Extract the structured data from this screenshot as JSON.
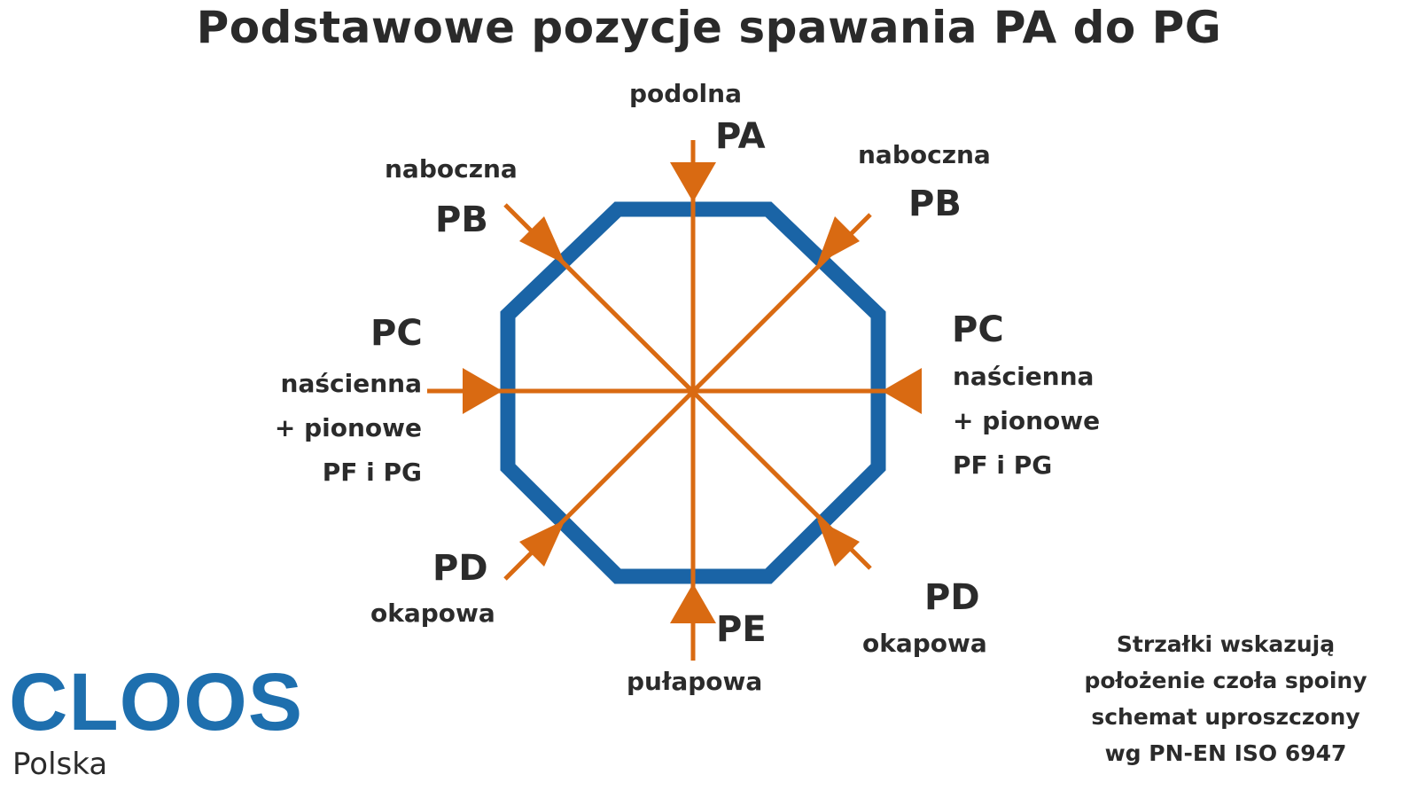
{
  "title": "Podstawowe pozycje spawania PA do PG",
  "colors": {
    "octagon": "#1a64a6",
    "arrows": "#d96a12",
    "text": "#2b2b2b",
    "logo": "#1e6fae"
  },
  "labels": {
    "pa": {
      "name": "podolna",
      "code": "PA"
    },
    "pb_left": {
      "name": "naboczna",
      "code": "PB"
    },
    "pb_right": {
      "name": "naboczna",
      "code": "PB"
    },
    "pc_left": {
      "code": "PC",
      "name": "naścienna",
      "line2": "+ pionowe",
      "line3": "PF i PG"
    },
    "pc_right": {
      "code": "PC",
      "name": "naścienna",
      "line2": "+ pionowe",
      "line3": "PF i PG"
    },
    "pd_left": {
      "code": "PD",
      "name": "okapowa"
    },
    "pd_right": {
      "code": "PD",
      "name": "okapowa"
    },
    "pe": {
      "code": "PE",
      "name": "pułapowa"
    }
  },
  "note": {
    "line1": "Strzałki wskazują",
    "line2": "położenie czoła spoiny",
    "line3": "schemat uproszczony",
    "line4": "wg PN-EN ISO 6947"
  },
  "logo": {
    "brand": "CLOOS",
    "sub": "Polska"
  }
}
